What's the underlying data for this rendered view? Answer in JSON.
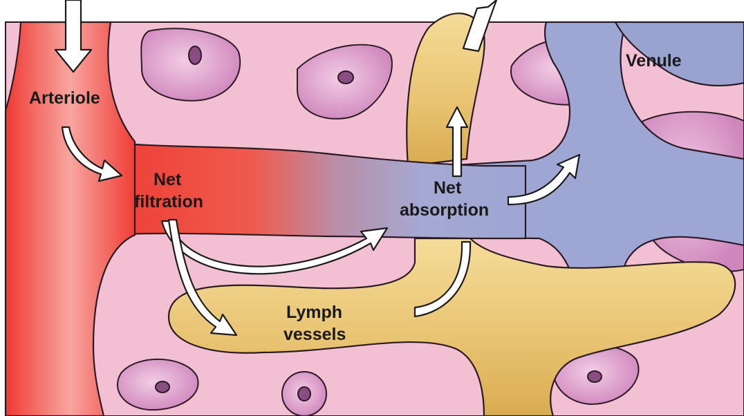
{
  "labels": {
    "arteriole": "Arteriole",
    "venule": "Venule",
    "net_filtration": [
      "Net",
      "filtration"
    ],
    "net_absorption": [
      "Net",
      "absorption"
    ],
    "lymph_vessels": [
      "Lymph",
      "vessels"
    ]
  },
  "colors": {
    "tissue_pink": "#f2bfd3",
    "cell_pink": "#d995c4",
    "cell_nucleus": "#8a4d82",
    "arteriole_red": "#ee3d35",
    "venule_blue": "#9fa7d4",
    "lymph_yellow": "#ecc97a",
    "outline": "#2a1a24"
  }
}
